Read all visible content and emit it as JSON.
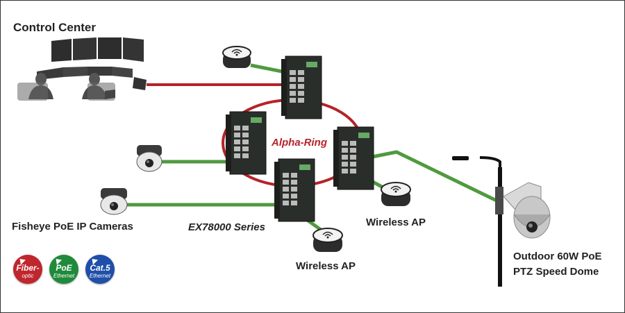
{
  "labels": {
    "control_center": "Control Center",
    "ring": "Alpha-Ring",
    "series": "EX78000 Series",
    "fisheye": "Fisheye PoE IP Cameras",
    "wireless_ap_right": "Wireless AP",
    "wireless_ap_bottom": "Wireless AP",
    "ptz_line1": "Outdoor 60W PoE",
    "ptz_line2": "PTZ Speed Dome"
  },
  "legend": [
    {
      "main": "Fiber-",
      "sub": "optic",
      "color": "#c0262d",
      "icon": "fiber-optic-icon"
    },
    {
      "main": "PoE",
      "sub": "Ethernet",
      "color": "#1f8a3a",
      "icon": "poe-ethernet-icon"
    },
    {
      "main": "Cat.5",
      "sub": "Ethernet",
      "color": "#1f4fa8",
      "icon": "cat5-ethernet-icon"
    }
  ],
  "colors": {
    "fiber": "#b5232a",
    "poe": "#4f9a3f",
    "ring_label": "#b5232a",
    "switch_body": "#2a2e2a"
  }
}
